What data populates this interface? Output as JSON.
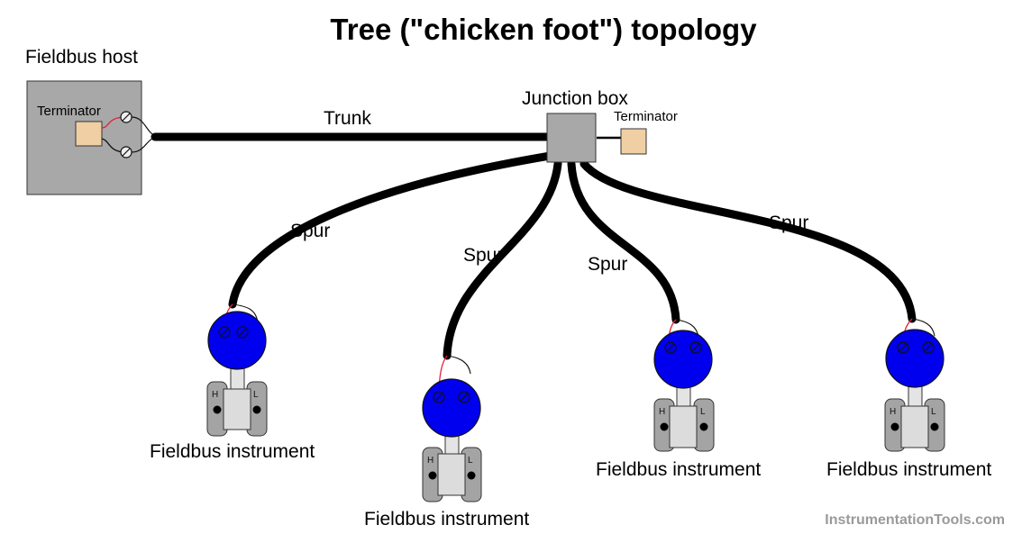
{
  "title": "Tree (\"chicken foot\") topology",
  "host": {
    "label": "Fieldbus host",
    "terminator_label": "Terminator"
  },
  "trunk_label": "Trunk",
  "junction_box": {
    "label": "Junction box",
    "terminator_label": "Terminator"
  },
  "spurs": [
    "Spur",
    "Spur",
    "Spur",
    "Spur"
  ],
  "instruments": [
    {
      "label": "Fieldbus instrument",
      "high_port": "H",
      "low_port": "L"
    },
    {
      "label": "Fieldbus instrument",
      "high_port": "H",
      "low_port": "L"
    },
    {
      "label": "Fieldbus instrument",
      "high_port": "H",
      "low_port": "L"
    },
    {
      "label": "Fieldbus instrument",
      "high_port": "H",
      "low_port": "L"
    }
  ],
  "watermark": "InstrumentationTools.com",
  "colors": {
    "cable": "#000000",
    "enclosure_fill": "#a8a8a8",
    "terminator_fill": "#f0cfa4",
    "instrument_head": "#0000ee",
    "signal_wire": "#e0203c",
    "sensor_body": "#dcdcdc",
    "flange": "#a4a4a4"
  }
}
